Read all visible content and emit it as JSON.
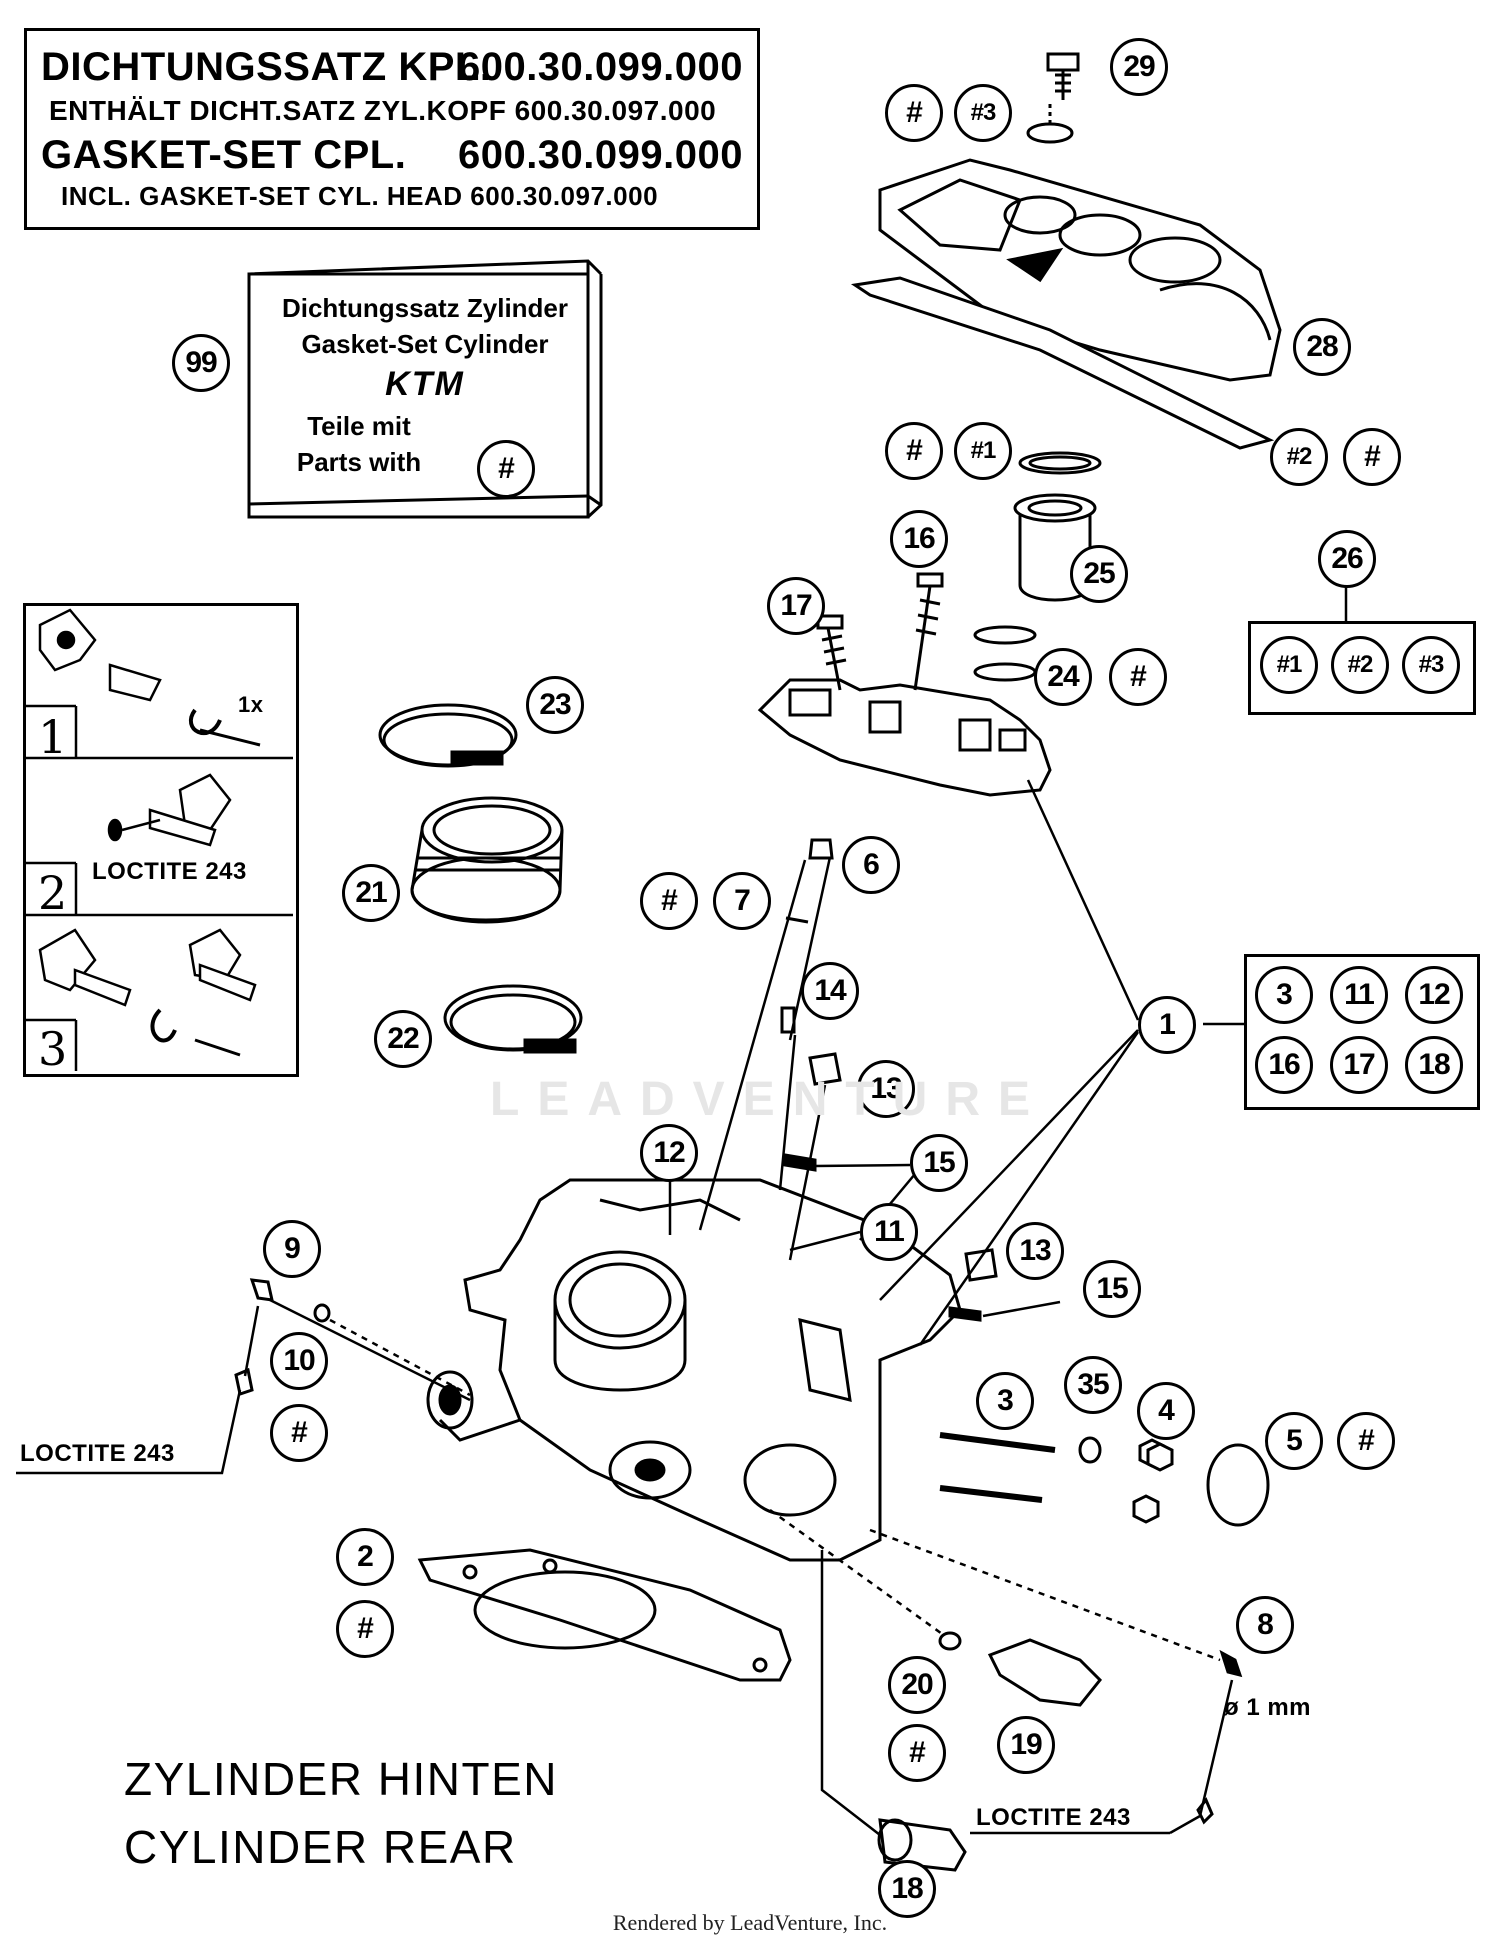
{
  "header_box": {
    "de_set": "DICHTUNGSSATZ KPL.",
    "de_number": "600.30.099.000",
    "de_includes": "ENTHÄLT DICHT.SATZ ZYL.KOPF 600.30.097.000",
    "en_set": "GASKET-SET CPL.",
    "en_number": "600.30.099.000",
    "en_includes": "INCL. GASKET-SET CYL. HEAD 600.30.097.000"
  },
  "kit_box": {
    "callout": "99",
    "line1": "Dichtungssatz Zylinder",
    "line2": "Gasket-Set Cylinder",
    "brand": "KTM",
    "line3": "Teile mit",
    "line4": "Parts with",
    "marker": "#"
  },
  "instructions": {
    "step1": "1",
    "step2": "2",
    "step3": "3",
    "turn_label": "1x",
    "loctite": "LOCTITE 243"
  },
  "labels": {
    "loctite_left": "LOCTITE 243",
    "loctite_bottom": "LOCTITE 243",
    "diameter": "ø 1 mm",
    "title_de": "ZYLINDER HINTEN",
    "title_en": "CYLINDER REAR",
    "watermark": "LEADVENTURE",
    "footer": "Rendered by LeadVenture, Inc."
  },
  "legend_26": {
    "callout": "26",
    "items": [
      "#1",
      "#2",
      "#3"
    ]
  },
  "legend_1": {
    "items": [
      "3",
      "11",
      "12",
      "16",
      "17",
      "18"
    ]
  },
  "callouts": {
    "c29": "29",
    "c28": "28",
    "c26": "26",
    "c25": "25",
    "c24": "24",
    "c23": "23",
    "c21": "21",
    "c22": "22",
    "c17": "17",
    "c16": "16",
    "c7": "7",
    "c6": "6",
    "c14": "14",
    "c13a": "13",
    "c13b": "13",
    "c15a": "15",
    "c15b": "15",
    "c12": "12",
    "c11": "11",
    "c1": "1",
    "c9": "9",
    "c10": "10",
    "c3": "3",
    "c35": "35",
    "c4": "4",
    "c5": "5",
    "c2": "2",
    "c8": "8",
    "c20": "20",
    "c19": "19",
    "c18": "18",
    "hash": "#",
    "h1": "#1",
    "h2": "#2",
    "h3": "#3"
  }
}
